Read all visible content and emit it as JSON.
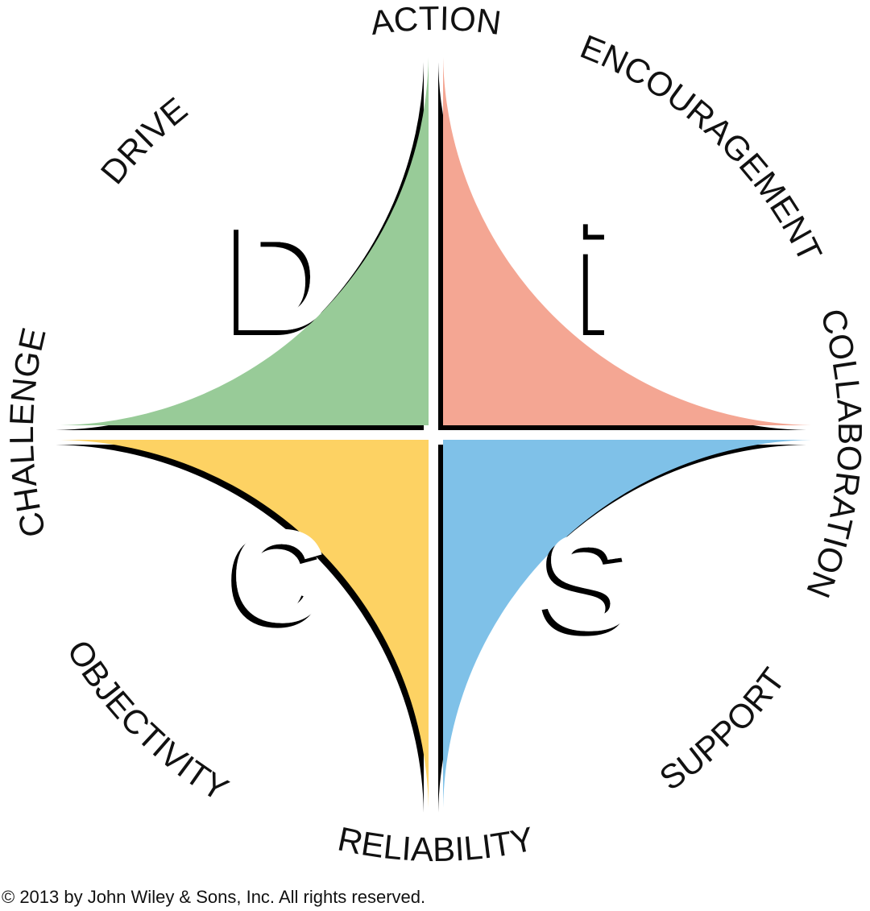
{
  "quadrants": [
    {
      "id": "d",
      "letter": "D",
      "color": "#98CB98",
      "position": "top-left"
    },
    {
      "id": "i",
      "letter": "i",
      "color": "#F4A693",
      "position": "top-right"
    },
    {
      "id": "s",
      "letter": "S",
      "color": "#7FC1E8",
      "position": "bottom-right"
    },
    {
      "id": "c",
      "letter": "C",
      "color": "#FDD263",
      "position": "bottom-left"
    }
  ],
  "labels": {
    "action": "ACTION",
    "encouragement": "ENCOURAGEMENT",
    "collaboration": "COLLABORATION",
    "support": "SUPPORT",
    "reliability": "RELIABILITY",
    "objectivity": "OBJECTIVITY",
    "challenge": "CHALLENGE",
    "drive": "DRIVE"
  },
  "copyright": "© 2013 by John Wiley & Sons, Inc. All rights reserved."
}
